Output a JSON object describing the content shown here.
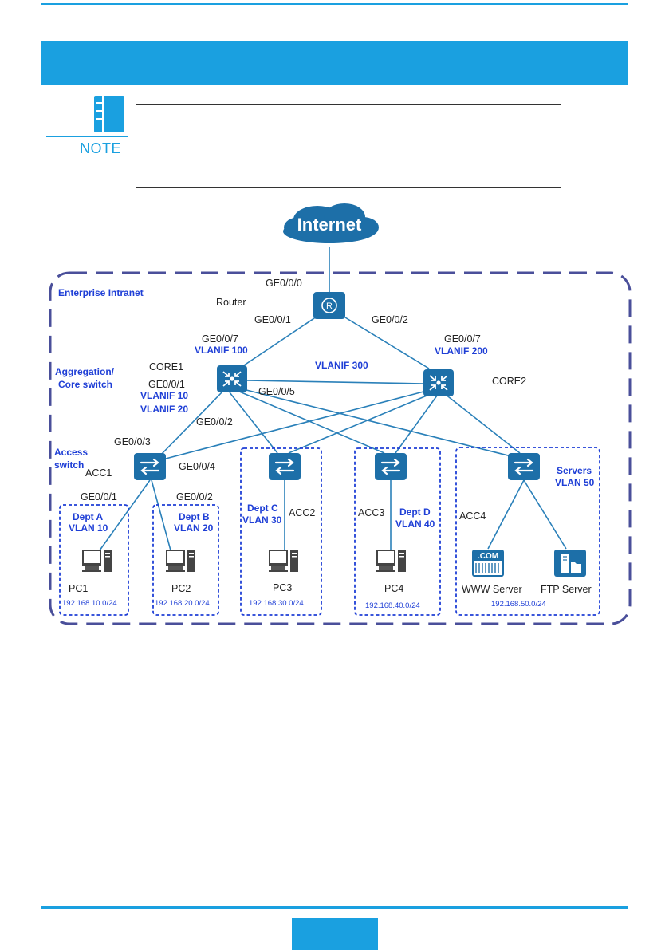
{
  "note": {
    "label": "NOTE"
  },
  "diagram": {
    "cloud": "Internet",
    "intranet_label": "Enterprise Intranet",
    "router": {
      "name": "Router",
      "port_top": "GE0/0/0",
      "port_left": "GE0/0/1",
      "port_right": "GE0/0/2"
    },
    "layers": {
      "aggregation": [
        "Aggregation/",
        "Core switch"
      ],
      "access": [
        "Access",
        "switch"
      ]
    },
    "core1": {
      "name": "CORE1",
      "uplink_port": "GE0/0/7",
      "uplink_vlanif": "VLANIF 100",
      "down_port1": "GE0/0/1",
      "down_vlanif1": "VLANIF 10",
      "down_vlanif2": "VLANIF 20",
      "down_port2": "GE0/0/2",
      "down_port5": "GE0/0/5"
    },
    "core2": {
      "name": "CORE2",
      "uplink_port": "GE0/0/7",
      "uplink_vlanif": "VLANIF 200"
    },
    "interlink": "VLANIF 300",
    "acc1": {
      "name": "ACC1",
      "port_up": "GE0/0/3",
      "port_up2": "GE0/0/4",
      "port_pc1": "GE0/0/1",
      "port_pc2": "GE0/0/2"
    },
    "acc2": {
      "name": "ACC2"
    },
    "acc3": {
      "name": "ACC3"
    },
    "acc4": {
      "name": "ACC4"
    },
    "depts": [
      {
        "name": "Dept A",
        "vlan": "VLAN 10",
        "pc": "PC1",
        "subnet": "192.168.10.0/24"
      },
      {
        "name": "Dept B",
        "vlan": "VLAN 20",
        "pc": "PC2",
        "subnet": "192.168.20.0/24"
      },
      {
        "name": "Dept C",
        "vlan": "VLAN 30",
        "pc": "PC3",
        "subnet": "192.168.30.0/24"
      },
      {
        "name": "Dept D",
        "vlan": "VLAN 40",
        "pc": "PC4",
        "subnet": "192.168.40.0/24"
      }
    ],
    "servers": {
      "name": "Servers",
      "vlan": "VLAN 50",
      "www": "WWW Server",
      "www_badge": ".COM",
      "ftp": "FTP Server",
      "subnet": "192.168.50.0/24"
    }
  },
  "colors": {
    "accent": "#1aa0e0",
    "device": "#1d6fa8",
    "link": "#2a80b9",
    "dept_text": "#1f3fd6",
    "border": "#4a4f9a"
  }
}
